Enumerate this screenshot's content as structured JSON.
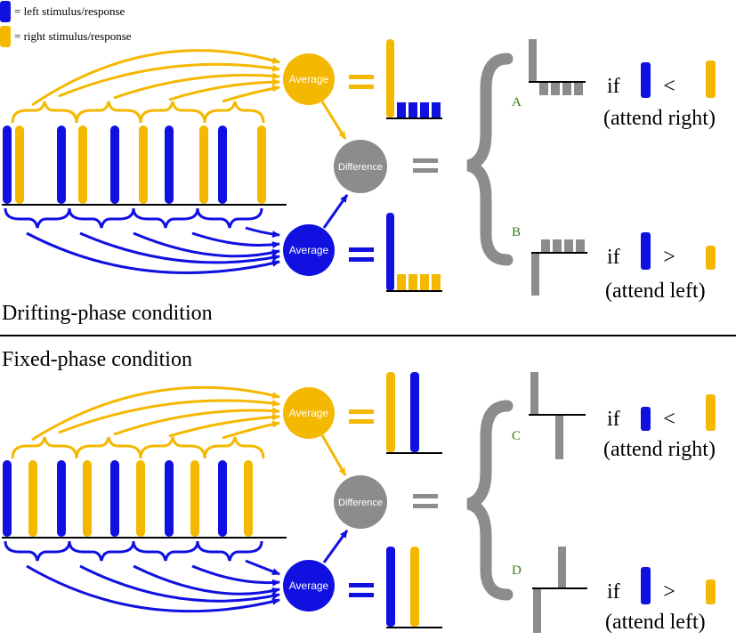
{
  "colors": {
    "left": "#1010e0",
    "right": "#f5b800",
    "difference": "#8c8c8c",
    "line": "#000000",
    "letter": "#3a7d12"
  },
  "legend": {
    "left_label": "= left stimulus/response",
    "right_label": "= right stimulus/response"
  },
  "nodes": {
    "average": "Average",
    "difference": "Difference"
  },
  "panels": [
    {
      "title": "Drifting-phase condition",
      "cases": [
        {
          "letter": "A",
          "if_word": "if",
          "comparator": "<",
          "attend": "(attend right)"
        },
        {
          "letter": "B",
          "if_word": "if",
          "comparator": ">",
          "attend": "(attend left)"
        }
      ]
    },
    {
      "title": "Fixed-phase condition",
      "cases": [
        {
          "letter": "C",
          "if_word": "if",
          "comparator": "<",
          "attend": "(attend right)"
        },
        {
          "letter": "D",
          "if_word": "if",
          "comparator": ">",
          "attend": "(attend left)"
        }
      ]
    }
  ]
}
